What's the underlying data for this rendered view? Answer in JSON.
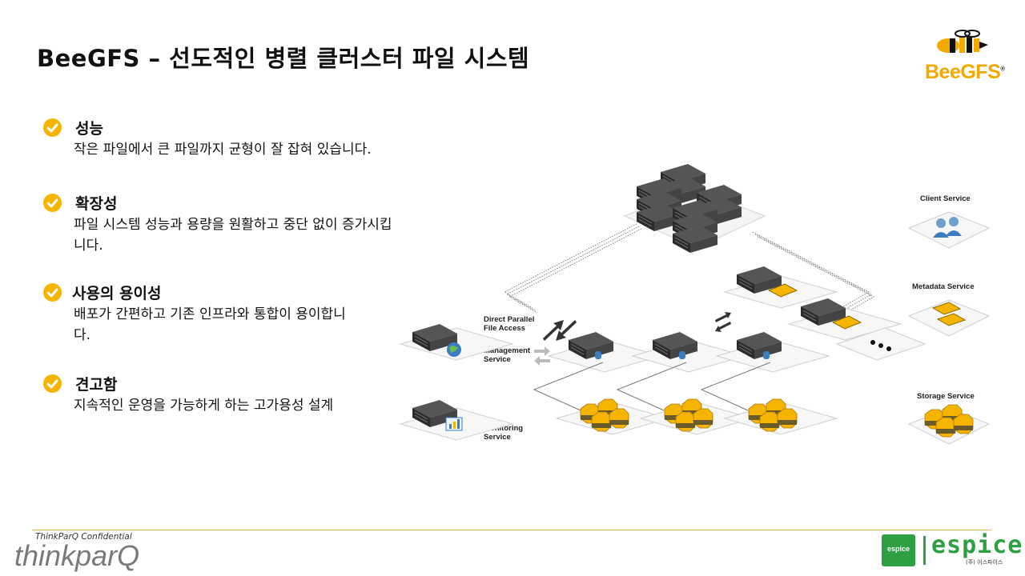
{
  "title": "BeeGFS – 선도적인 병렬 클러스터 파일 시스템",
  "logo": {
    "text": "BeeGFS",
    "registered": "®"
  },
  "features": [
    {
      "title": "성능",
      "desc": "작은 파일에서 큰 파일까지 균형이 잘 잡혀 있습니다."
    },
    {
      "title": "확장성",
      "desc": "파일 시스템 성능과 용량을 원활하고 중단 없이 증가시킵니다."
    },
    {
      "title": "사용의 용이성",
      "desc": "배포가 간편하고 기존 인프라와 통합이 용이합니다."
    },
    {
      "title": "견고함",
      "desc": "지속적인 운영을 가능하게 하는 고가용성 설계"
    }
  ],
  "diagram": {
    "direct_access_1": "Direct Parallel",
    "direct_access_2": "File Access",
    "management_1": "Management",
    "management_2": "Service",
    "monitoring_1": "Monitoring",
    "monitoring_2": "Service",
    "client": "Client Service",
    "metadata": "Metadata Service",
    "storage": "Storage Service"
  },
  "footer": {
    "confidential": "ThinkParQ Confidential",
    "thinkparq": "thinkparQ",
    "espice_box": "espice",
    "espice_word": "espice",
    "espice_sub": "(주) 이스파이스"
  },
  "colors": {
    "accent": "#f5b400",
    "espice_green": "#2e9f43",
    "divider": "#e3b64a"
  }
}
